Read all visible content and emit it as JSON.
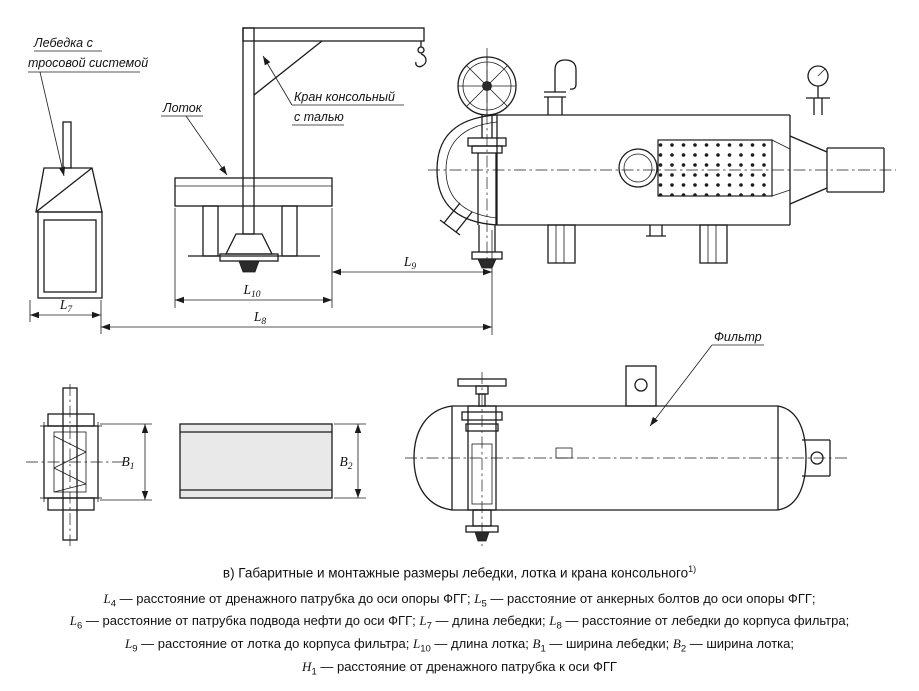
{
  "drawing": {
    "labels": {
      "winch_line1": "Лебедка с",
      "winch_line2": "тросовой системой",
      "tray": "Лоток",
      "crane_line1": "Кран консольный",
      "crane_line2": "с талью",
      "filter": "Фильтр"
    },
    "dims": {
      "L7": {
        "sym": "L",
        "sub": "7"
      },
      "L8": {
        "sym": "L",
        "sub": "8"
      },
      "L9": {
        "sym": "L",
        "sub": "9"
      },
      "L10": {
        "sym": "L",
        "sub": "10"
      },
      "B1": {
        "sym": "B",
        "sub": "1"
      },
      "B2": {
        "sym": "B",
        "sub": "2"
      }
    }
  },
  "caption": {
    "text": "в) Габаритные и монтажные размеры лебедки, лотка и крана консольного",
    "sup": "1)"
  },
  "legend": {
    "lines": [
      [
        {
          "sym": "L",
          "sub": "4",
          "text": " — расстояние от дренажного патрубка до оси опоры ФГГ; "
        },
        {
          "sym": "L",
          "sub": "5",
          "text": " — расстояние от анкерных болтов до оси опоры ФГГ;"
        }
      ],
      [
        {
          "sym": "L",
          "sub": "6",
          "text": " — расстояние от патрубка подвода нефти до оси ФГГ; "
        },
        {
          "sym": "L",
          "sub": "7",
          "text": " — длина лебедки; "
        },
        {
          "sym": "L",
          "sub": "8",
          "text": " — расстояние от лебедки до корпуса фильтра;"
        }
      ],
      [
        {
          "sym": "L",
          "sub": "9",
          "text": " — расстояние от лотка до корпуса фильтра; "
        },
        {
          "sym": "L",
          "sub": "10",
          "text": " — длина лотка; "
        },
        {
          "sym": "B",
          "sub": "1",
          "text": " — ширина лебедки; "
        },
        {
          "sym": "B",
          "sub": "2",
          "text": " — ширина лотка;"
        }
      ],
      [
        {
          "sym": "H",
          "sub": "1",
          "text": " — расстояние от дренажного патрубка к оси ФГГ"
        }
      ]
    ]
  }
}
